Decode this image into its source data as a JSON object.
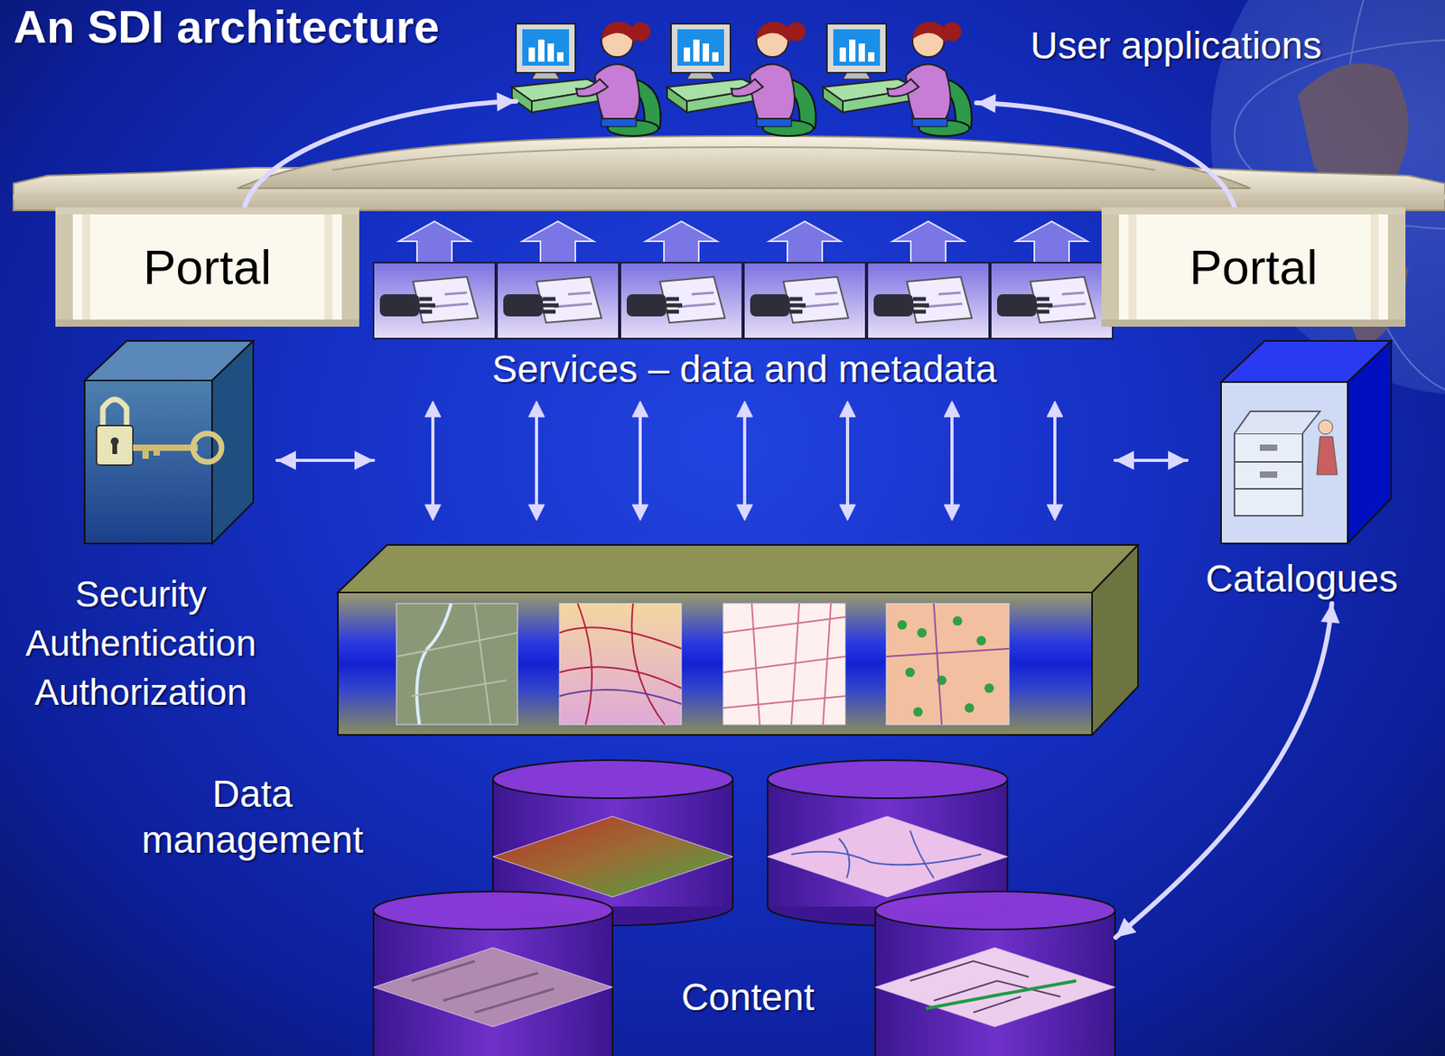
{
  "diagram": {
    "title": "An SDI architecture",
    "nodes": [
      {
        "text": [
          "User applications"
        ]
      },
      {
        "text": [
          "Portal"
        ]
      },
      {
        "text": [
          "Portal"
        ]
      },
      {
        "text": [
          "Services – data and metadata"
        ]
      },
      {
        "text": [
          "Security Authentication Authorization"
        ]
      },
      {
        "text": [
          "Catalogues"
        ]
      },
      {
        "text": [
          "Content"
        ]
      }
    ],
    "edges": [
      {
        "from": 1,
        "to": 0,
        "arrow": "to"
      },
      {
        "from": 2,
        "to": 0,
        "arrow": "to"
      },
      {
        "from": 4,
        "to": 3,
        "arrow": "both"
      },
      {
        "from": 3,
        "to": 5,
        "arrow": "both"
      },
      {
        "from": 5,
        "to": 6,
        "arrow": "both"
      }
    ],
    "labels": [
      "Data management"
    ]
  }
}
